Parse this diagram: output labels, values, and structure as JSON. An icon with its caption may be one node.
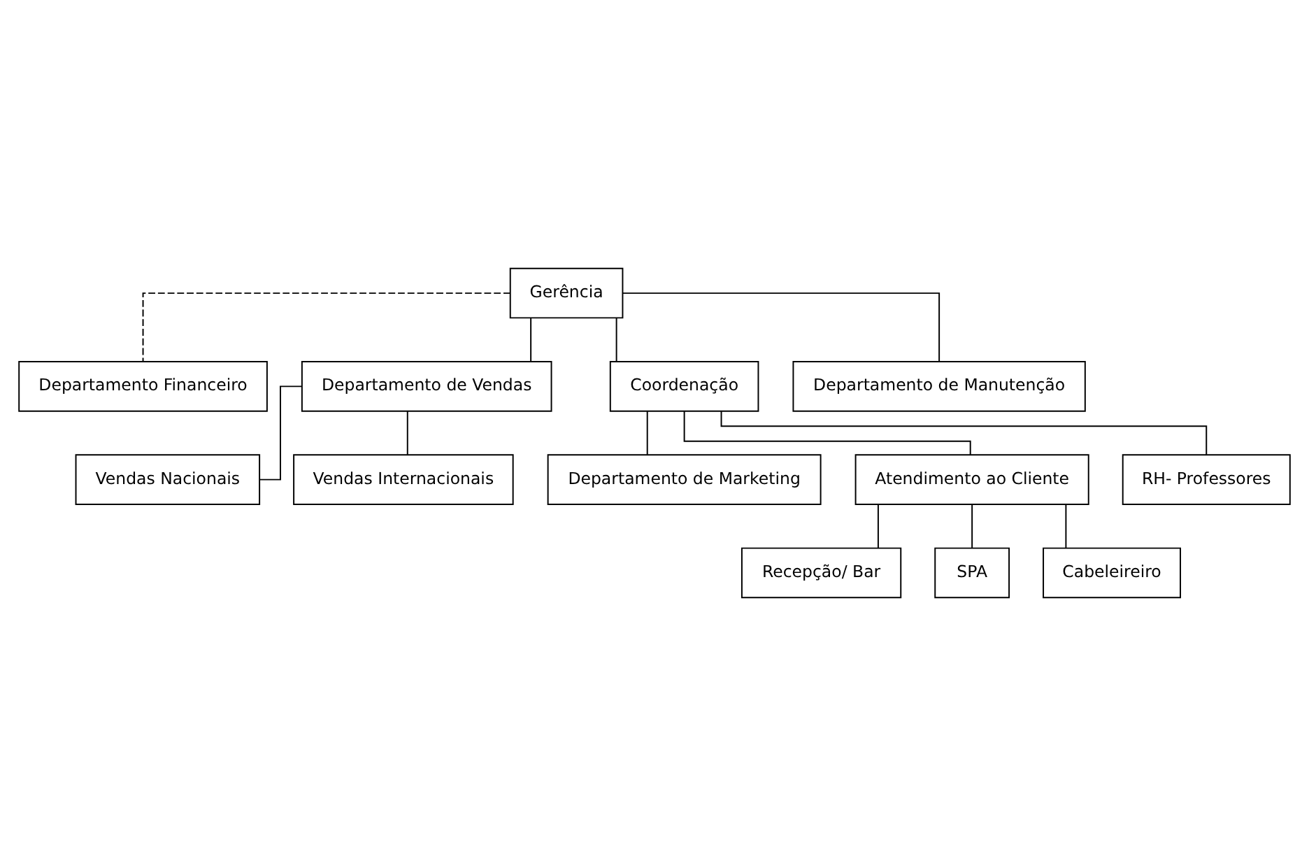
{
  "diagram": {
    "nodes": [
      {
        "text": [
          "Gerência"
        ]
      },
      {
        "text": [
          "Departamento Financeiro"
        ]
      },
      {
        "text": [
          "Departamento de Vendas"
        ]
      },
      {
        "text": [
          "Coordenação"
        ]
      },
      {
        "text": [
          "Vendas Nacionais"
        ]
      },
      {
        "text": [
          "Vendas Internacionais"
        ]
      },
      {
        "text": [
          "Departamento de Manutenção"
        ]
      },
      {
        "text": [
          "Departamento de Marketing"
        ]
      },
      {
        "text": [
          "Atendimento ao Cliente"
        ]
      },
      {
        "text": [
          "RH- Professores"
        ]
      },
      {
        "text": [
          "Recepção/ Bar"
        ]
      },
      {
        "text": [
          "SPA"
        ]
      },
      {
        "text": [
          "Cabeleireiro"
        ]
      }
    ],
    "edges": [
      {
        "from": 0,
        "to": 1,
        "arrow": "none",
        "style": "dashed"
      },
      {
        "from": 0,
        "to": 6,
        "arrow": "none"
      },
      {
        "from": 0,
        "to": 2,
        "arrow": "none"
      },
      {
        "from": 0,
        "to": 3,
        "arrow": "none"
      },
      {
        "from": 2,
        "to": 4,
        "arrow": "none"
      },
      {
        "from": 2,
        "to": 5,
        "arrow": "none"
      },
      {
        "from": 3,
        "to": 7,
        "arrow": "none"
      },
      {
        "from": 3,
        "to": 8,
        "arrow": "none"
      },
      {
        "from": 3,
        "to": 9,
        "arrow": "none"
      },
      {
        "from": 8,
        "to": 10,
        "arrow": "none"
      },
      {
        "from": 8,
        "to": 11,
        "arrow": "none"
      },
      {
        "from": 8,
        "to": 12,
        "arrow": "none"
      }
    ]
  }
}
